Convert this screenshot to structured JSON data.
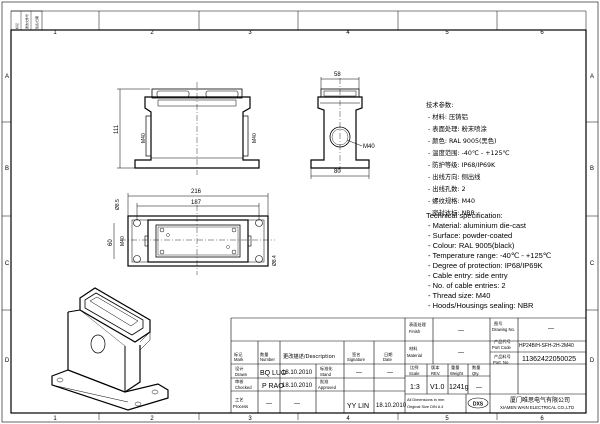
{
  "frame": {
    "col_numbers": [
      "1",
      "2",
      "3",
      "4",
      "5",
      "6"
    ],
    "row_letters": [
      "A",
      "B",
      "C",
      "D"
    ],
    "corner_labels": [
      "标记",
      "更改文件号",
      "签名/日期",
      "Mark",
      "Change No.",
      "Sign/Date"
    ]
  },
  "drawing": {
    "dims": {
      "front_height": "111",
      "front_m40_left": "M40",
      "front_m40_right": "M40",
      "side_width": "58",
      "side_m40": "M40",
      "side_base": "80",
      "top_overall": "216",
      "top_inner": "187",
      "top_hole": "Ø8.5",
      "top_height": "60",
      "top_m40": "M40",
      "top_slot": "Ø8.4"
    }
  },
  "spec_cn": {
    "title": "技术参数:",
    "items": [
      "- 材料: 压铸铝",
      "- 表面处理: 粉末喷涂",
      "- 颜色: RAL 9005(黑色)",
      "- 温度范围: -40℃ - +125℃",
      "- 防护等级: IP68/IP69K",
      "- 出线方向: 侧出线",
      "- 出线孔数: 2",
      "- 螺纹规格: M40",
      "- 密封达标: NBR"
    ]
  },
  "spec_en": {
    "title": "Technical specification:",
    "items": [
      "- Material: aluminium die-cast",
      "- Surface: powder-coated",
      "- Colour: RAL 9005(black)",
      "- Temperature range: -40℃ - +125℃",
      "- Degree of protection: IP68/IP69K",
      "- Cable entry: side entry",
      "- No. of cable entries: 2",
      "- Thread size: M40",
      "- Hoods/Housings sealing: NBR"
    ]
  },
  "title_block": {
    "h_mark": "标记",
    "h_mark_en": "Mark",
    "h_num": "数量",
    "h_num_en": "Number",
    "h_desc": "更改描述/Description",
    "h_sign": "签名",
    "h_sign_en": "Signature",
    "h_date": "日期",
    "h_date_en": "Date",
    "h_finish_cn": "表面处理",
    "h_finish_en": "Finish",
    "finish": "—",
    "h_material_cn": "材料",
    "h_material_en": "Material",
    "material": "—",
    "h_drawing_cn": "图号",
    "h_drawing_en": "Drawing No.",
    "drawing_no": "—",
    "h_code_cn": "产品代号",
    "h_code_en": "Port Code",
    "port_code": "HP24B/H-SFH-2H-2M40",
    "h_portno_cn": "产品料号",
    "h_portno_en": "Port. No.",
    "port_no": "11362422050025",
    "r1_cn": "设计",
    "r1_en": "Drawn",
    "r1_name": "BQ LUO",
    "r1_date": "18.10.2010",
    "r1_std_cn": "标准化",
    "r1_std_en": "Stand",
    "r1_std_sig": "—",
    "r1_std_date": "—",
    "r2_cn": "审核",
    "r2_en": "Checked",
    "r2_name": "P RAO",
    "r2_date": "18.10.2010",
    "r2_app_cn": "批准",
    "r2_app_en": "Approved",
    "r3_cn": "工艺",
    "r3_en": "Process",
    "r3_name": "—",
    "r3_date": "—",
    "r3_app_name": "YY LIN",
    "r3_app_date": "18.10.2010",
    "h_scale_cn": "比例",
    "h_scale_en": "Scale",
    "scale": "1:3",
    "h_rev_cn": "版本",
    "h_rev_en": "REV.",
    "rev": "V1.0",
    "h_weight_cn": "重量",
    "h_weight_en": "Weight",
    "weight": "1241g",
    "h_qty_cn": "数量",
    "h_qty_en": "Qty.",
    "qty": "—",
    "dims_note_1": "All Dimensions in mm",
    "dims_note_2": "Original Size DIN A 4",
    "logo": "DXS",
    "company_cn": "厦门唯思电气有限公司",
    "company_en": "XIAMEN WAIN ELECTRICAL CO.,LTD"
  }
}
